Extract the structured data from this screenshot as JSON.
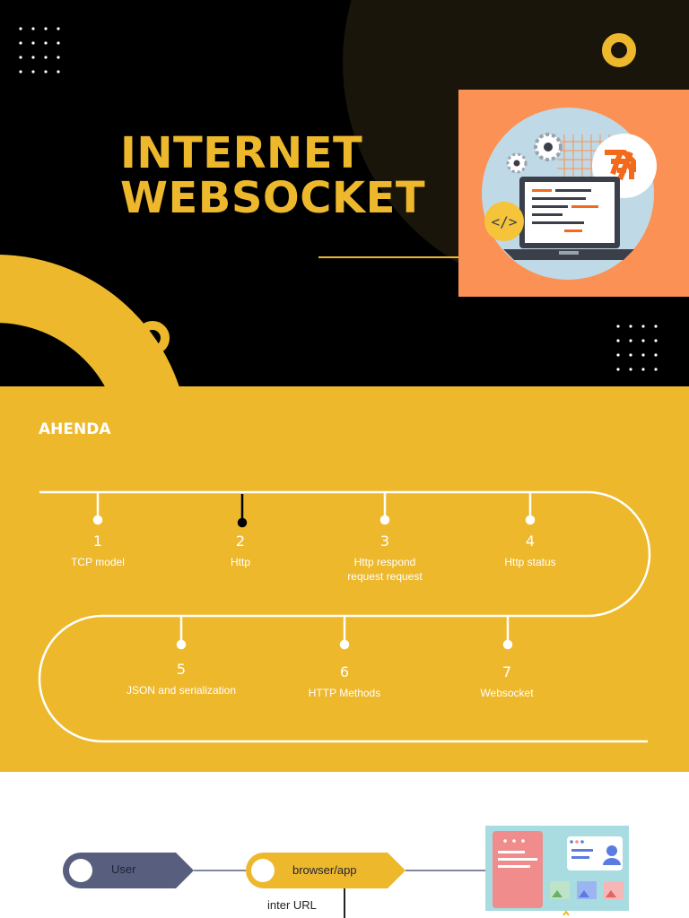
{
  "hero": {
    "title_line1": "INTERNET",
    "title_line2": "WEBSOCKET",
    "code_badge": "</>",
    "colors": {
      "background": "#000000",
      "accent": "#EDB82C",
      "card": "#FB9154"
    }
  },
  "agenda": {
    "title": "AHENDA",
    "steps": [
      {
        "num": "1",
        "label": "TCP model"
      },
      {
        "num": "2",
        "label": "Http"
      },
      {
        "num": "3",
        "label": "Http respond request request"
      },
      {
        "num": "4",
        "label": "Http status"
      },
      {
        "num": "5",
        "label": "JSON and serialization"
      },
      {
        "num": "6",
        "label": "HTTP Methods"
      },
      {
        "num": "7",
        "label": "Websocket"
      }
    ]
  },
  "flow": {
    "user_label": "User",
    "browser_label": "browser/app",
    "note": "inter  URL",
    "colors": {
      "user": "#585F7E",
      "browser": "#EDB82C",
      "connector": "#585F7E"
    }
  }
}
